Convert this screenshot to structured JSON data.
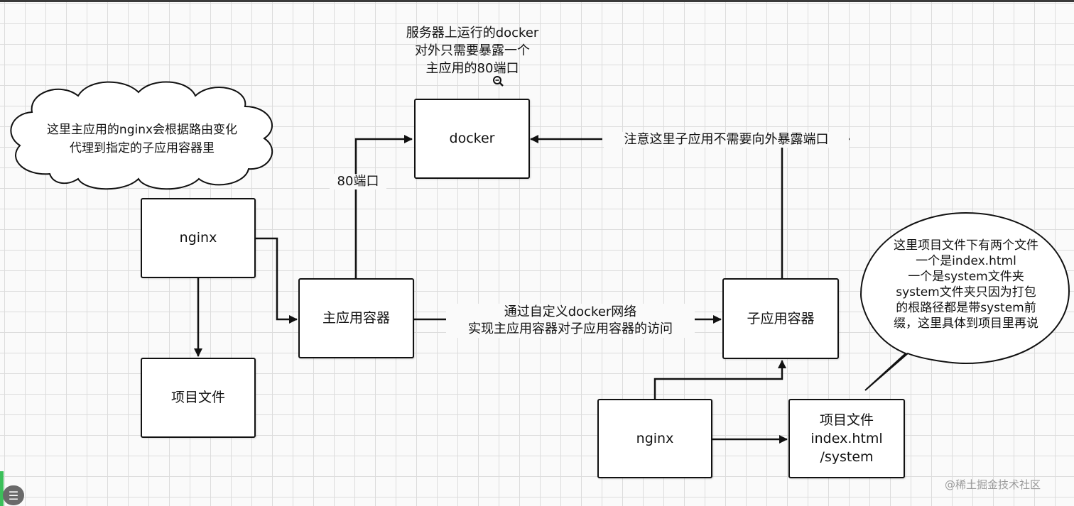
{
  "boxes": {
    "docker": "docker",
    "nginx_left": "nginx",
    "project_left": "项目文件",
    "main_container": "主应用容器",
    "sub_container": "子应用容器",
    "nginx_right": "nginx",
    "project_right": [
      "项目文件",
      "index.html",
      "/system"
    ]
  },
  "labels": {
    "top_note": [
      "服务器上运行的docker",
      "对外只需要暴露一个",
      "主应用的80端口"
    ],
    "port_80": "80端口",
    "sub_note": "注意这里子应用不需要向外暴露端口",
    "network_note": [
      "通过自定义docker网络",
      "实现主应用容器对子应用容器的访问"
    ]
  },
  "cloud_text": [
    "这里主应用的nginx会根据路由变化",
    "代理到指定的子应用容器里"
  ],
  "speech_text": [
    "这里项目文件下有两个文件",
    "一个是index.html",
    "一个是system文件夹",
    "system文件夹只因为打包",
    "的根路径都是带system前",
    "缀，这里具体到项目里再说"
  ],
  "watermark": "@稀土掘金技术社区",
  "icons": [
    "zoom-icon",
    "menu-icon"
  ]
}
